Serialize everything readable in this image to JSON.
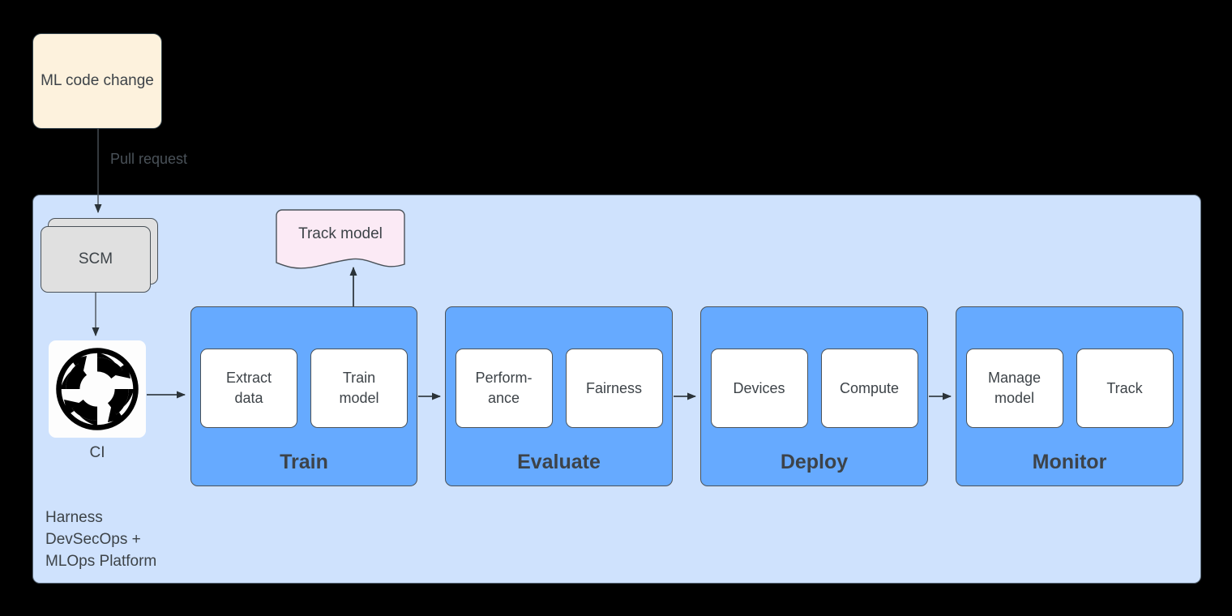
{
  "source": {
    "label": "ML code change",
    "fill": "#fdf2dd"
  },
  "edges": {
    "pull_request_label": "Pull request"
  },
  "platform": {
    "label": "Harness\nDevSecOps +\nMLOps Platform",
    "fill": "#cfe2fd"
  },
  "scm": {
    "label": "SCM",
    "fill": "#e0e0e0"
  },
  "ci": {
    "label": "CI",
    "icon": "continuous-integration-loop-icon"
  },
  "track_model": {
    "label": "Track model",
    "fill": "#fbeaf5"
  },
  "stages": [
    {
      "id": "train",
      "title": "Train",
      "substeps": [
        "Extract\ndata",
        "Train\nmodel"
      ]
    },
    {
      "id": "evaluate",
      "title": "Evaluate",
      "substeps": [
        "Perform-\nance",
        "Fairness"
      ]
    },
    {
      "id": "deploy",
      "title": "Deploy",
      "substeps": [
        "Devices",
        "Compute"
      ]
    },
    {
      "id": "monitor",
      "title": "Monitor",
      "substeps": [
        "Manage\nmodel",
        "Track"
      ]
    }
  ],
  "colors": {
    "stage_fill": "#66aaff",
    "substep_fill": "#ffffff",
    "stroke": "#4a5259",
    "text": "#3d4348",
    "background": "#000000"
  }
}
